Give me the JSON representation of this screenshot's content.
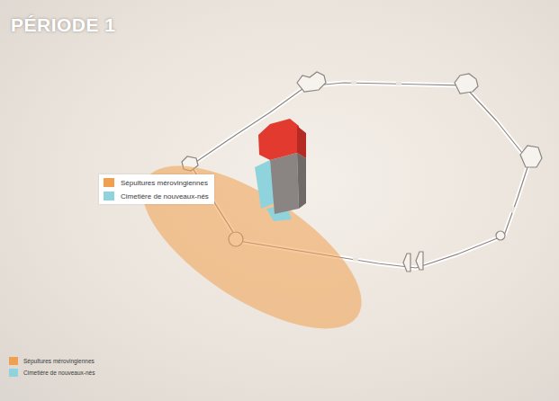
{
  "diagram": {
    "title": "PÉRIODE 1",
    "legend": [
      {
        "text": "Sépultures mérovingiennes",
        "color": "#f0a050"
      },
      {
        "text": "Cimetière de nouveaux-nés",
        "color": "#8fd3dc"
      },
      {
        "text": "Sépultures mérovingiennes",
        "color": "#f0a050"
      },
      {
        "text": "Cimetière de nouveaux-nés",
        "color": "#8fd3dc"
      }
    ]
  }
}
